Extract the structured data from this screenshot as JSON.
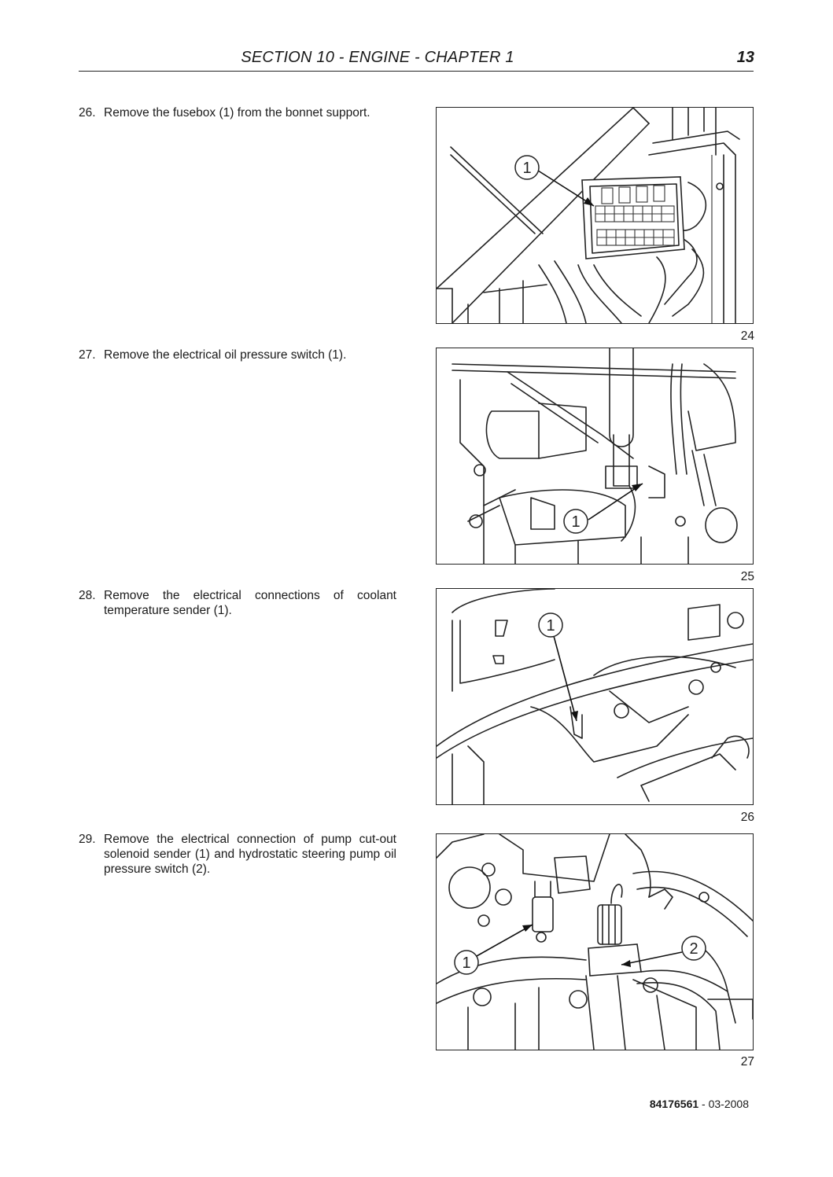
{
  "header": {
    "title": "SECTION 10 - ENGINE - CHAPTER 1",
    "page_number": "13"
  },
  "steps": [
    {
      "number": "26.",
      "text": "Remove the fusebox (1) from the bonnet support.",
      "figure_number": "24",
      "callouts": [
        "1"
      ]
    },
    {
      "number": "27.",
      "text": "Remove the electrical oil pressure switch (1).",
      "figure_number": "25",
      "callouts": [
        "1"
      ]
    },
    {
      "number": "28.",
      "text": "Remove the electrical connections of coolant temperature sender (1).",
      "figure_number": "26",
      "callouts": [
        "1"
      ]
    },
    {
      "number": "29.",
      "text": "Remove the electrical connection of pump cut-out solenoid sender (1) and hydrostatic steering pump oil pressure switch (2).",
      "figure_number": "27",
      "callouts": [
        "1",
        "2"
      ]
    }
  ],
  "footer": {
    "doc_number": "84176561",
    "separator": "-",
    "date": "03-2008"
  }
}
